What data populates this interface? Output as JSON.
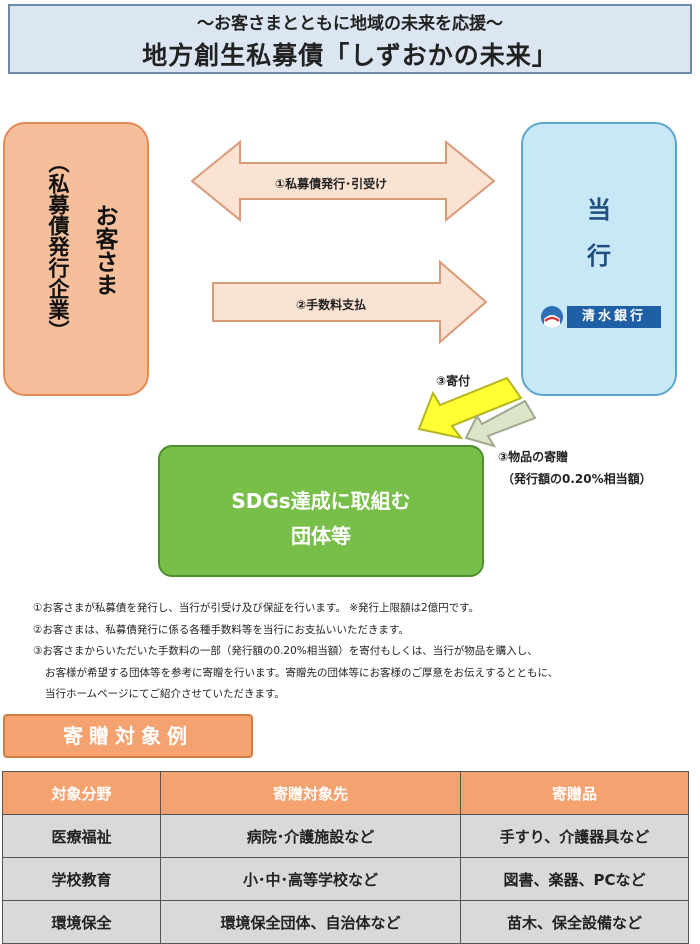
{
  "header": {
    "subtitle": "〜お客さまとともに地域の未来を応援〜",
    "title": "地方創生私募債「しずおかの未来」"
  },
  "customer": {
    "label": "お客さま",
    "sub_label": "（私募債発行企業）"
  },
  "bank": {
    "label_line1": "当",
    "label_line2": "行",
    "logo_text": "清水銀行"
  },
  "arrows": {
    "issue": "①私募債発行･引受け",
    "fee": "②手数料支払",
    "donation": "③寄付",
    "goods": "③物品の寄贈",
    "goods_note": "（発行額の0.20%相当額）"
  },
  "sdg": {
    "line1": "SDGs達成に取組む",
    "line2": "団体等"
  },
  "notes": [
    "①お客さまが私募債を発行し、当行が引受け及び保証を行います。 ※発行上限額は2億円です。",
    "②お客さまは、私募債発行に係る各種手数料等を当行にお支払いいただきます。",
    "③お客さまからいただいた手数料の一部（発行額の0.20%相当額）を寄付もしくは、当行が物品を購入し、",
    "お客様が希望する団体等を参考に寄贈を行います。寄贈先の団体等にお客様のご厚意をお伝えするとともに、",
    "当行ホームページにてご紹介させていただきます。"
  ],
  "examples": {
    "title": "寄贈対象例",
    "headers": [
      "対象分野",
      "寄贈対象先",
      "寄贈品"
    ],
    "rows": [
      [
        "医療福祉",
        "病院･介護施設など",
        "手すり、介護器具など"
      ],
      [
        "学校教育",
        "小･中･高等学校など",
        "図書、楽器、PCなど"
      ],
      [
        "環境保全",
        "環境保全団体、自治体など",
        "苗木、保全設備など"
      ]
    ]
  },
  "colors": {
    "customer_fill": "#f6bf9b",
    "bank_fill": "#c8e8f8",
    "sdg_fill": "#78bf4a",
    "accent_orange": "#f4a370",
    "donation_arrow": "#ffff33",
    "goods_arrow": "#dde5c8"
  }
}
